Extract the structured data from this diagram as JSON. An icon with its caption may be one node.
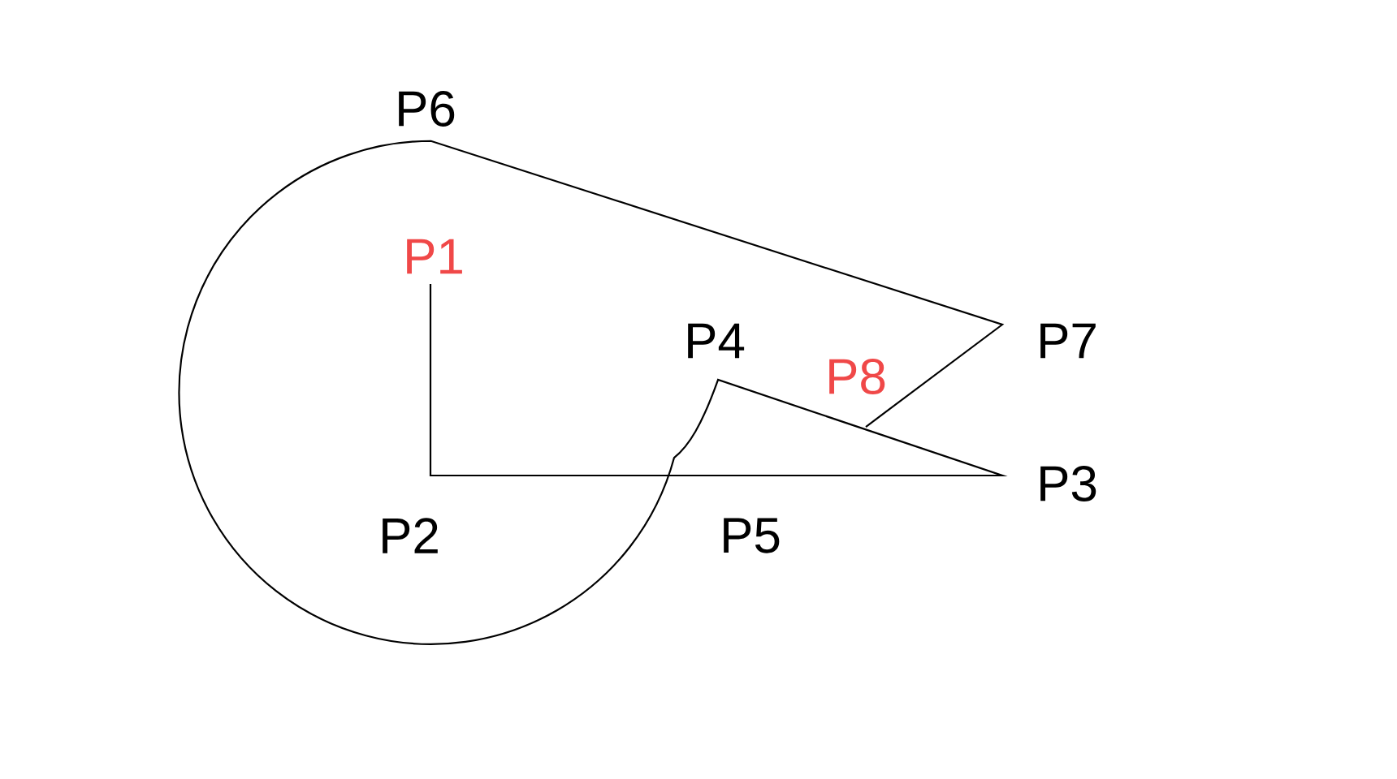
{
  "diagram": {
    "labels": [
      "P6",
      "P1",
      "P4",
      "P8",
      "P7",
      "P2",
      "P5",
      "P3"
    ]
  }
}
